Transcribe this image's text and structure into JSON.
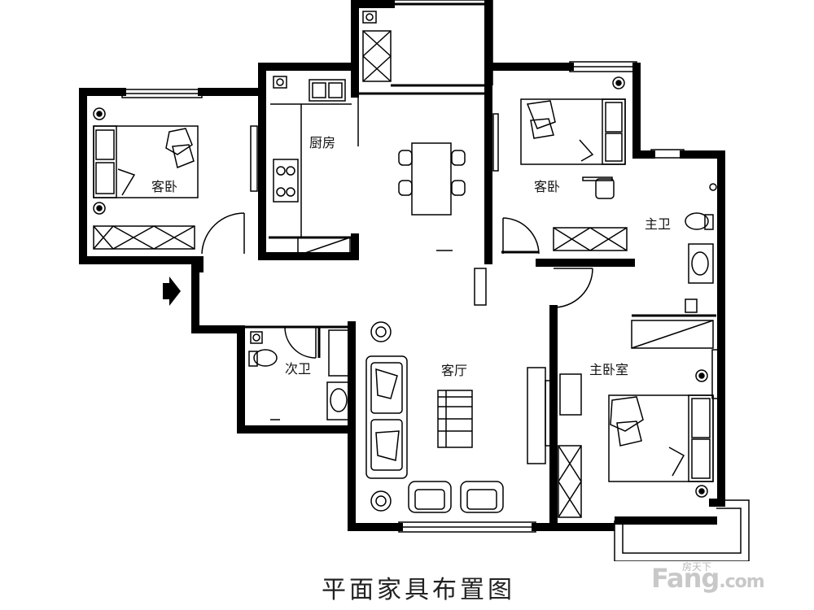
{
  "rooms": {
    "guest_bedroom_left": "客卧",
    "kitchen": "厨房",
    "guest_bedroom_right": "客卧",
    "master_bath": "主卫",
    "second_bath": "次卫",
    "living_room": "客厅",
    "master_bedroom": "主卧室"
  },
  "caption": "平面家具布置图",
  "watermark": {
    "small": "房天下",
    "brand": "Fang",
    "suffix": ".com"
  }
}
